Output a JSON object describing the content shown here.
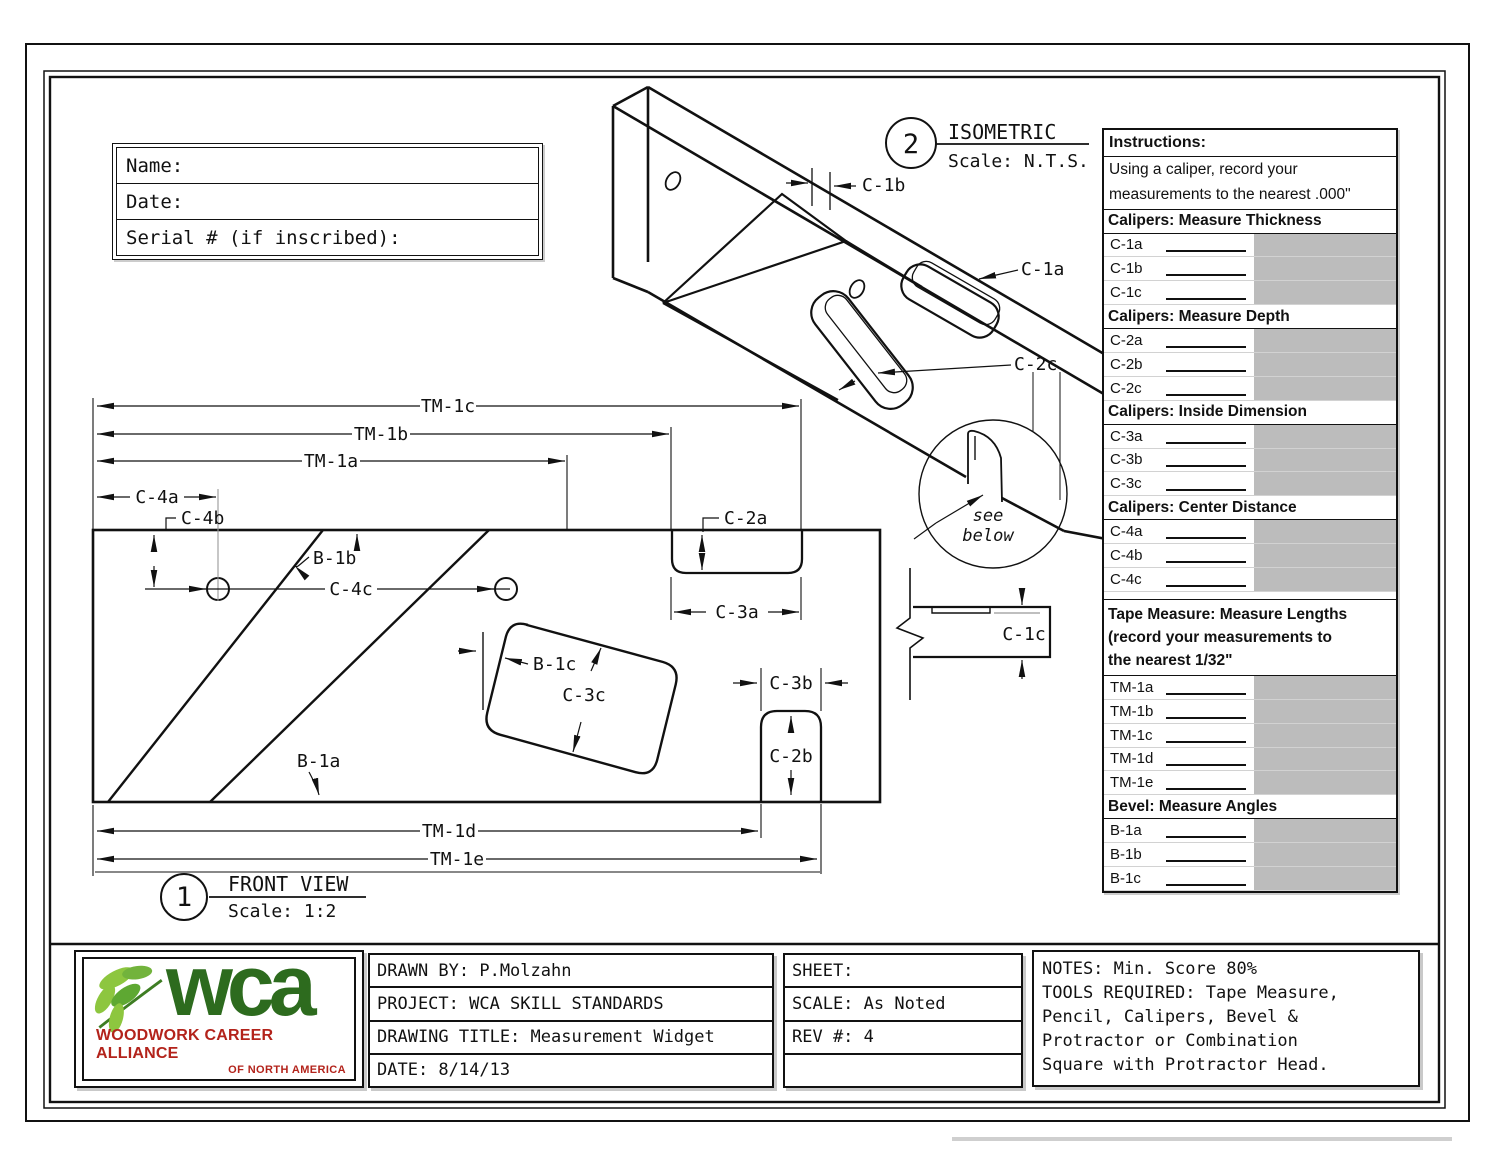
{
  "colors": {
    "gray_fill": "#bcbcbc",
    "logo_green": "#2d6b1e",
    "logo_leaf": "#8dc63f",
    "logo_red": "#b3231b",
    "line_black": "#111111"
  },
  "name_box": {
    "rows": [
      "Name:",
      "Date:",
      "Serial # (if inscribed):"
    ]
  },
  "views": {
    "front": {
      "number": "1",
      "title": "FRONT VIEW",
      "scale": "Scale: 1:2"
    },
    "isometric": {
      "number": "2",
      "title": "ISOMETRIC",
      "scale": "Scale: N.T.S."
    }
  },
  "labels": {
    "tm_1a": "TM-1a",
    "tm_1b": "TM-1b",
    "tm_1c": "TM-1c",
    "tm_1d": "TM-1d",
    "tm_1e": "TM-1e",
    "c_1a": "C-1a",
    "c_1b": "C-1b",
    "c_1c": "C-1c",
    "c_2a": "C-2a",
    "c_2b": "C-2b",
    "c_2c": "C-2c",
    "c_3a": "C-3a",
    "c_3b": "C-3b",
    "c_3c": "C-3c",
    "c_4a": "C-4a",
    "c_4b": "C-4b",
    "c_4c": "C-4c",
    "b_1a": "B-1a",
    "b_1b": "B-1b",
    "b_1c": "B-1c",
    "see_line1": "see",
    "see_line2": "below"
  },
  "instructions": {
    "title": "Instructions:",
    "intro_line1": "Using a caliper, record your",
    "intro_line2": "measurements to the nearest .000\"",
    "sections": [
      {
        "header": "Calipers: Measure Thickness",
        "rows": [
          "C-1a",
          "C-1b",
          "C-1c"
        ]
      },
      {
        "header": "Calipers: Measure Depth",
        "rows": [
          "C-2a",
          "C-2b",
          "C-2c"
        ]
      },
      {
        "header": "Calipers: Inside Dimension",
        "rows": [
          "C-3a",
          "C-3b",
          "C-3c"
        ]
      },
      {
        "header": "Calipers: Center Distance",
        "rows": [
          "C-4a",
          "C-4b",
          "C-4c"
        ]
      },
      {
        "header_lines": [
          "Tape Measure: Measure Lengths",
          "(record your measurements to",
          "the nearest 1/32\""
        ],
        "rows": [
          "TM-1a",
          "TM-1b",
          "TM-1c",
          "TM-1d",
          "TM-1e"
        ]
      },
      {
        "header": "Bevel: Measure Angles",
        "rows": [
          "B-1a",
          "B-1b",
          "B-1c"
        ]
      }
    ]
  },
  "title_block": {
    "logo": {
      "acronym": "wca",
      "line1": "WOODWORK CAREER ALLIANCE",
      "line2": "OF NORTH AMERICA"
    },
    "info_rows": [
      "DRAWN BY: P.Molzahn",
      "PROJECT: WCA SKILL STANDARDS",
      "DRAWING TITLE: Measurement Widget",
      "DATE: 8/14/13"
    ],
    "sheet_rows": [
      "SHEET:",
      "SCALE: As Noted",
      "REV #: 4",
      ""
    ],
    "notes_lines": [
      "NOTES: Min. Score 80%",
      "TOOLS REQUIRED: Tape Measure,",
      "Pencil, Calipers, Bevel &",
      "Protractor or Combination",
      "Square with Protractor Head."
    ]
  }
}
